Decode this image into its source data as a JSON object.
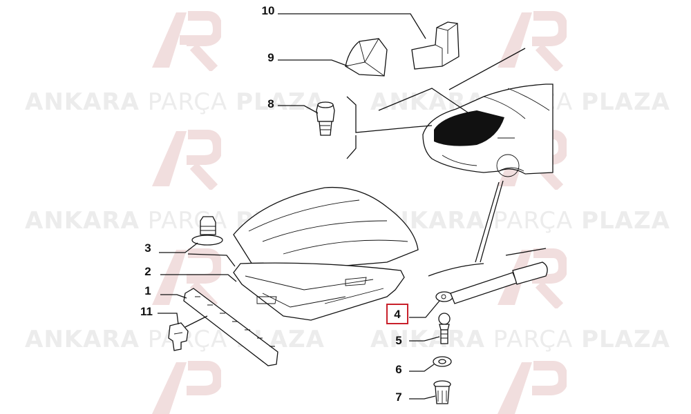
{
  "watermark": {
    "brand_bold": "ANKARA",
    "brand_light": "PARÇA",
    "brand_end": "PLAZA",
    "logo_icon": "ap-monogram-logo",
    "accent_color": "#e8c9c9",
    "text_color": "#ececec"
  },
  "diagram": {
    "highlight_color": "#c8202a",
    "highlighted_callout": "4",
    "callouts": [
      {
        "id": "c1",
        "label": "1"
      },
      {
        "id": "c2",
        "label": "2"
      },
      {
        "id": "c3",
        "label": "3"
      },
      {
        "id": "c4",
        "label": "4"
      },
      {
        "id": "c5",
        "label": "5"
      },
      {
        "id": "c6",
        "label": "6"
      },
      {
        "id": "c7",
        "label": "7"
      },
      {
        "id": "c8",
        "label": "8"
      },
      {
        "id": "c9",
        "label": "9"
      },
      {
        "id": "c10",
        "label": "10"
      },
      {
        "id": "c11",
        "label": "11"
      }
    ],
    "parts": [
      {
        "callout": "1",
        "name": "hood-seal-strip"
      },
      {
        "callout": "2",
        "name": "hood-panel"
      },
      {
        "callout": "3",
        "name": "rubber-bump-stop"
      },
      {
        "callout": "4",
        "name": "hood-gas-strut"
      },
      {
        "callout": "5",
        "name": "ball-stud"
      },
      {
        "callout": "6",
        "name": "washer"
      },
      {
        "callout": "7",
        "name": "nut-insert"
      },
      {
        "callout": "8",
        "name": "buffer-pin"
      },
      {
        "callout": "9",
        "name": "insulation-pad"
      },
      {
        "callout": "10",
        "name": "corner-block"
      },
      {
        "callout": "11",
        "name": "retaining-clip"
      }
    ]
  }
}
